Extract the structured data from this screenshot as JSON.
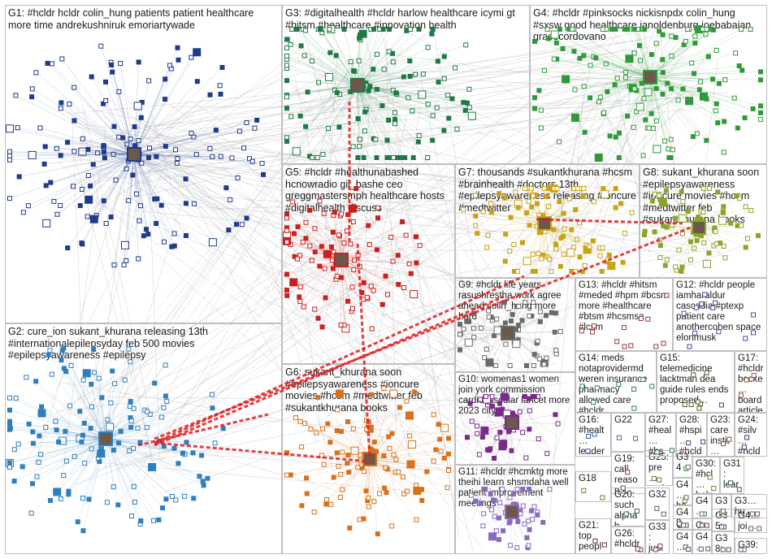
{
  "groups": [
    {
      "id": "G1",
      "label": "G1: #hcldr hcldr colin_hung patients patient healthcare more time andrekushniruk emoriartywade",
      "color": "#1f3b8a"
    },
    {
      "id": "G2",
      "label": "G2: cure_ion sukant_khurana releasing 13th #internationalepilepsyday feb 500 movies #epilepsyawareness #epilepsy",
      "color": "#2f7fbf"
    },
    {
      "id": "G3",
      "label": "G3: #digitalhealth #hcldr harlow healthcare icymi gt #hitsm #healthcare #innovation health",
      "color": "#1e7a45"
    },
    {
      "id": "G4",
      "label": "G4: #hcldr #pinksocks nickisnpdx colin_hung #sxsw good healthcare janoldenburg joebabaian gracecordovano",
      "color": "#2f9a3a"
    },
    {
      "id": "G5",
      "label": "G5: #hcldr #healthunabashed hcnowradio gil_bashe ceo greggmastersmph healthcare hosts #digitalhealth discuss",
      "color": "#cc1f1f"
    },
    {
      "id": "G6",
      "label": "G6: sukant_khurana soon #epilepsyawareness #ioncure movies #hcsm #medtwitter feb #sukantkhurana books",
      "color": "#d9711a"
    },
    {
      "id": "G7",
      "label": "G7: thousands #sukantkhurana #hcsm #brainhealth #doctors 13th #epilepsyawareness releasing #ioncure #medtwitter",
      "color": "#c9a312"
    },
    {
      "id": "G8",
      "label": "G8: sukant_khurana soon #epilepsyawareness #ioncure movies #hcsm #medtwitter feb #sukantkhurana books",
      "color": "#8aa52a"
    },
    {
      "id": "G9",
      "label": "G9: #hcldr life years rasushrestha work agree ahead colin_hung more hard",
      "color": "#6a6a6a"
    },
    {
      "id": "G10",
      "label": "G10: womenas1 women join york commission cardiovascular lancet more 2023 city",
      "color": "#7a2a8a"
    },
    {
      "id": "G11",
      "label": "G11: #hcldr #hcmktg more theihi learn shsmdaha well patient improvement meetings",
      "color": "#8a6abf"
    },
    {
      "id": "G12",
      "label": "G12: #hcldr people iamharaldur cascadia #ptexp patient care anothercohen space elonmusk",
      "color": "#4a4a9a"
    },
    {
      "id": "G13",
      "label": "G13: #hcldr #hitsm #meded #hpm #bcsm more #healthcare #btsm #hcsmsa #lcsm",
      "color": "#9a3a3a"
    },
    {
      "id": "G14",
      "label": "G14: meds notaprovidermd weren insurance pharmacy allowed care #hcldr…",
      "color": "#3a7a7a"
    },
    {
      "id": "G15",
      "label": "G15: telemedicine lacktman dea guide rules ends proposed…",
      "color": "#5a5a2a"
    },
    {
      "id": "G16",
      "label": "G16: #healt… leader… #hcldr…",
      "color": "#3a5a9a"
    },
    {
      "id": "G17",
      "label": "G17: #hcldr becke… board article…",
      "color": "#9a5a3a"
    },
    {
      "id": "G18",
      "label": "G18",
      "color": "#5a8a3a"
    },
    {
      "id": "G19",
      "label": "G19: call reason…",
      "color": "#8a3a6a"
    },
    {
      "id": "G20",
      "label": "G20: such alphab…",
      "color": "#3a6a5a"
    },
    {
      "id": "G21",
      "label": "G21: top peopl…",
      "color": "#6a3a3a"
    },
    {
      "id": "G22",
      "label": "G22",
      "color": "#4a6a9a"
    },
    {
      "id": "G23",
      "label": "G23: care instit…",
      "color": "#7a5a3a"
    },
    {
      "id": "G24",
      "label": "G24: #silv… #hcld…",
      "color": "#3a3a7a"
    },
    {
      "id": "G25",
      "label": "G25: pre… und…",
      "color": "#6a7a3a"
    },
    {
      "id": "G26",
      "label": "G26: #hcldr…",
      "color": "#7a3a5a"
    },
    {
      "id": "G27",
      "label": "G27: #heal… #hs… #hcl…",
      "color": "#3a7a5a"
    },
    {
      "id": "G28",
      "label": "G28: #hspi… #hcld…",
      "color": "#5a3a7a"
    },
    {
      "id": "G30",
      "label": "G30: #hcl… help…",
      "color": "#7a7a3a"
    },
    {
      "id": "G31",
      "label": "G31: lear…",
      "color": "#3a5a5a"
    },
    {
      "id": "G32",
      "label": "G32",
      "color": "#5a5a7a"
    },
    {
      "id": "G33",
      "label": "G33: judi…",
      "color": "#7a4a4a"
    },
    {
      "id": "G34",
      "label": "G34",
      "color": "#4a7a4a"
    },
    {
      "id": "G35",
      "label": "G35: key…",
      "color": "#4a4a7a"
    },
    {
      "id": "G36",
      "label": "G3… hu…",
      "color": "#7a5a5a"
    },
    {
      "id": "G37",
      "label": "G3… m…",
      "color": "#5a7a5a"
    },
    {
      "id": "G38",
      "label": "G38: hea…",
      "color": "#5a5a5a"
    },
    {
      "id": "G39",
      "label": "G39: …",
      "color": "#6a5a7a"
    },
    {
      "id": "G40",
      "label": "G4… bar…",
      "color": "#7a6a4a"
    },
    {
      "id": "G41",
      "label": "G4… #tr…",
      "color": "#4a6a6a"
    },
    {
      "id": "G42",
      "label": "G4… #r…",
      "color": "#6a4a6a"
    },
    {
      "id": "G43",
      "label": "G4… 25…",
      "color": "#4a5a7a"
    },
    {
      "id": "G44",
      "label": "G4… joi…",
      "color": "#6a6a4a"
    },
    {
      "id": "G46",
      "label": "G… #hc…",
      "color": "#5a4a4a"
    },
    {
      "id": "G47",
      "label": "G…",
      "color": "#4a4a4a"
    },
    {
      "id": "G48",
      "label": "G48",
      "color": "#6a4a4a"
    }
  ],
  "edge_colors": {
    "gray": "#a0a0a0",
    "highlight": "#e31a1c"
  }
}
